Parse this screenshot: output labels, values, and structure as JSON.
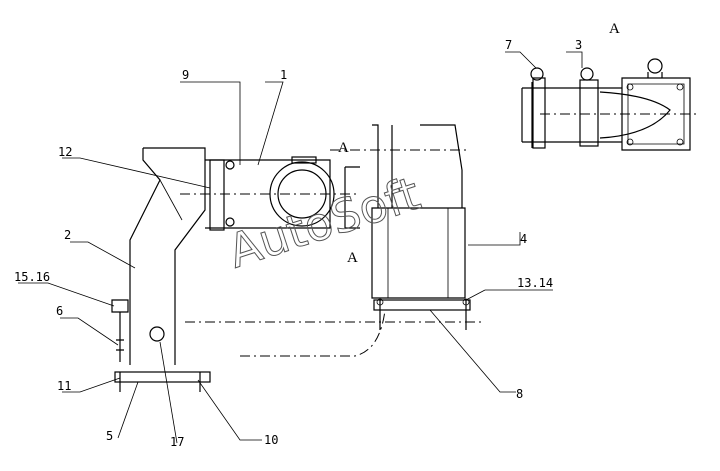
{
  "view_label": "A",
  "section_marks": [
    "A",
    "A"
  ],
  "watermark": "AutoSoft",
  "callouts": [
    "1",
    "2",
    "3",
    "4",
    "5",
    "6",
    "7",
    "8",
    "9",
    "10",
    "11",
    "12",
    "13.14",
    "15.16",
    "17"
  ]
}
